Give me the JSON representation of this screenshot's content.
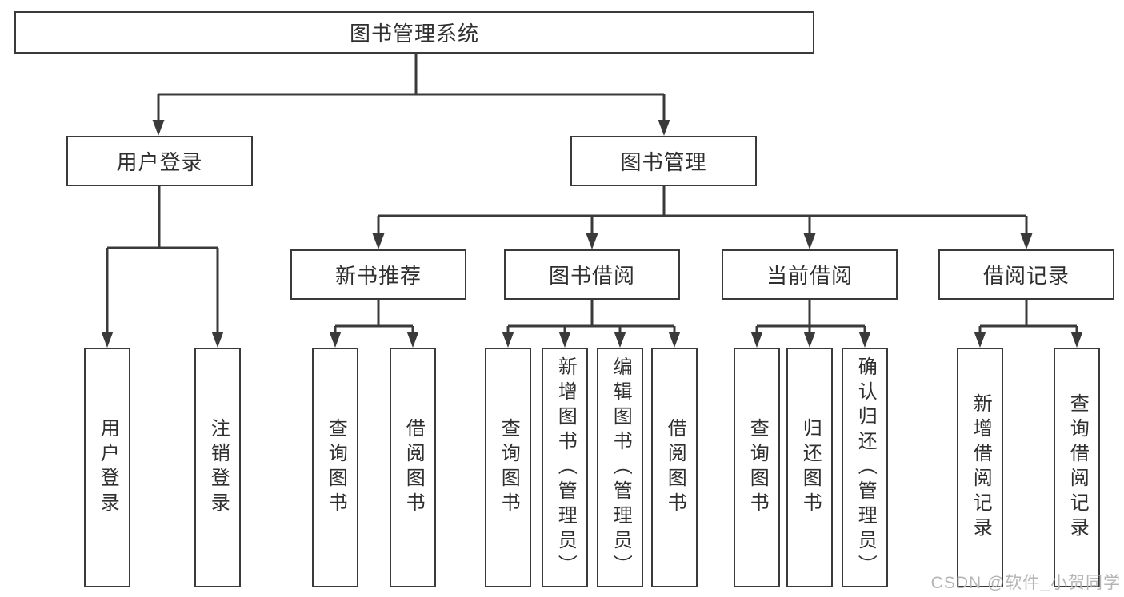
{
  "colors": {
    "line": "#3a3a3a",
    "text": "#2f2f2f",
    "background": "#ffffff",
    "watermark": "#b5b5b5"
  },
  "watermark": {
    "text": "CSDN @软件_小贺同学"
  },
  "tree": {
    "root": {
      "label": "图书管理系统"
    },
    "level2": [
      {
        "label": "用户登录",
        "children": [
          {
            "label": "用户登录"
          },
          {
            "label": "注销登录"
          }
        ]
      },
      {
        "label": "图书管理",
        "children": [
          {
            "label": "新书推荐",
            "children": [
              {
                "label": "查询图书"
              },
              {
                "label": "借阅图书"
              }
            ]
          },
          {
            "label": "图书借阅",
            "children": [
              {
                "label": "查询图书"
              },
              {
                "label": "新增图书（管理员）"
              },
              {
                "label": "编辑图书（管理员）"
              },
              {
                "label": "借阅图书"
              }
            ]
          },
          {
            "label": "当前借阅",
            "children": [
              {
                "label": "查询图书"
              },
              {
                "label": "归还图书"
              },
              {
                "label": "确认归还（管理员）"
              }
            ]
          },
          {
            "label": "借阅记录",
            "children": [
              {
                "label": "新增借阅记录"
              },
              {
                "label": "查询借阅记录"
              }
            ]
          }
        ]
      }
    ]
  }
}
